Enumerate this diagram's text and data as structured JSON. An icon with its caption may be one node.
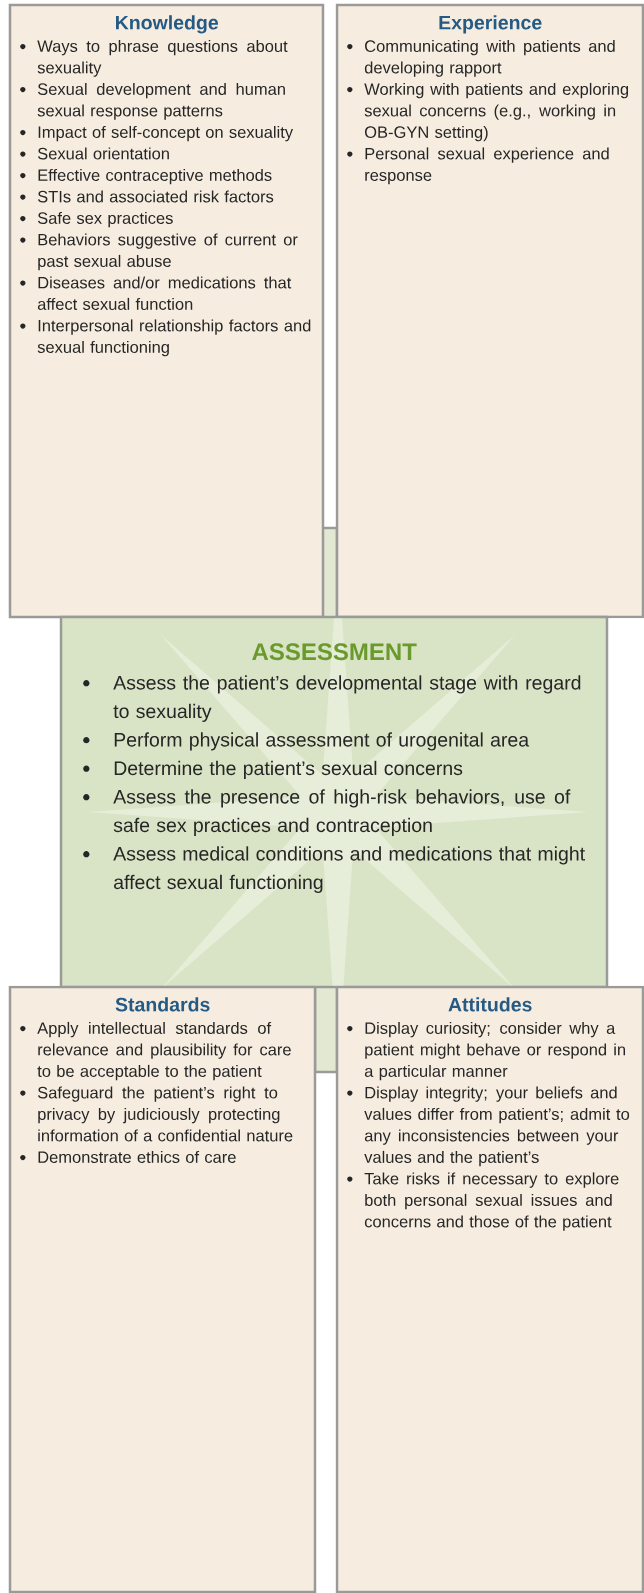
{
  "diagram": {
    "nodes": [
      {
        "text": [
          "Knowledge",
          "Ways to phrase questions about sexuality",
          "Sexual development and human sexual response patterns",
          "Impact of self-concept on sexuality",
          "Sexual orientation",
          "Effective contraceptive methods",
          "STIs and associated risk factors",
          "Safe sex practices",
          "Behaviors suggestive of current or past sexual abuse",
          "Diseases and/or medications that affect sexual function",
          "Interpersonal relationship factors and sexual functioning"
        ]
      },
      {
        "text": [
          "Experience",
          "Communicating with patients and developing rapport",
          "Working with patients and exploring sexual concerns (e.g., working in OB-GYN setting)",
          "Personal sexual experience and response"
        ]
      },
      {
        "text": [
          "ASSESSMENT",
          "Assess the patient’s developmental stage with regard to sexuality",
          "Perform physical assessment of urogenital area",
          "Determine the patient’s sexual concerns",
          "Assess the presence of high-risk behaviors, use of safe sex practices and contraception",
          "Assess medical conditions and medications that might affect sexual functioning"
        ]
      },
      {
        "text": [
          "Standards",
          "Apply intellectual standards of relevance and plausibility for care to be acceptable to the patient",
          "Safeguard the patient’s right to privacy by judiciously protecting information of a confidential nature",
          "Demonstrate ethics of care"
        ]
      },
      {
        "text": [
          "Attitudes",
          "Display curiosity; consider why a patient might behave or respond in a particular manner",
          "Display integrity; your beliefs and values differ from patient’s; admit to any inconsistencies between your values and the patient’s",
          "Take risks if necessary to explore both personal sexual issues and concerns and those of the patient"
        ]
      }
    ]
  }
}
